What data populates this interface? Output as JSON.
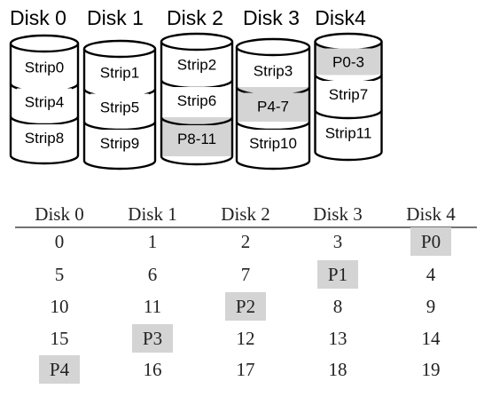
{
  "raid_disks": [
    {
      "title": "Disk 0",
      "strips": [
        {
          "label": "Strip0",
          "parity": false
        },
        {
          "label": "Strip4",
          "parity": false
        },
        {
          "label": "Strip8",
          "parity": false
        }
      ]
    },
    {
      "title": "Disk 1",
      "strips": [
        {
          "label": "Strip1",
          "parity": false
        },
        {
          "label": "Strip5",
          "parity": false
        },
        {
          "label": "Strip9",
          "parity": false
        }
      ]
    },
    {
      "title": "Disk 2",
      "strips": [
        {
          "label": "Strip2",
          "parity": false
        },
        {
          "label": "Strip6",
          "parity": false
        },
        {
          "label": "P8-11",
          "parity": true
        }
      ]
    },
    {
      "title": "Disk 3",
      "strips": [
        {
          "label": "Strip3",
          "parity": false
        },
        {
          "label": "P4-7",
          "parity": true
        },
        {
          "label": "Strip10",
          "parity": false
        }
      ]
    },
    {
      "title": "Disk4",
      "strips": [
        {
          "label": "P0-3",
          "parity": true
        },
        {
          "label": "Strip7",
          "parity": false
        },
        {
          "label": "Strip11",
          "parity": false
        }
      ]
    }
  ],
  "block_table": {
    "headers": [
      "Disk 0",
      "Disk 1",
      "Disk 2",
      "Disk 3",
      "Disk 4"
    ],
    "rows": [
      [
        {
          "v": "0",
          "parity": false
        },
        {
          "v": "1",
          "parity": false
        },
        {
          "v": "2",
          "parity": false
        },
        {
          "v": "3",
          "parity": false
        },
        {
          "v": "P0",
          "parity": true
        }
      ],
      [
        {
          "v": "5",
          "parity": false
        },
        {
          "v": "6",
          "parity": false
        },
        {
          "v": "7",
          "parity": false
        },
        {
          "v": "P1",
          "parity": true
        },
        {
          "v": "4",
          "parity": false
        }
      ],
      [
        {
          "v": "10",
          "parity": false
        },
        {
          "v": "11",
          "parity": false
        },
        {
          "v": "P2",
          "parity": true
        },
        {
          "v": "8",
          "parity": false
        },
        {
          "v": "9",
          "parity": false
        }
      ],
      [
        {
          "v": "15",
          "parity": false
        },
        {
          "v": "P3",
          "parity": true
        },
        {
          "v": "12",
          "parity": false
        },
        {
          "v": "13",
          "parity": false
        },
        {
          "v": "14",
          "parity": false
        }
      ],
      [
        {
          "v": "P4",
          "parity": true
        },
        {
          "v": "16",
          "parity": false
        },
        {
          "v": "17",
          "parity": false
        },
        {
          "v": "18",
          "parity": false
        },
        {
          "v": "19",
          "parity": false
        }
      ]
    ]
  },
  "colors": {
    "parity_fill": "#d4d4d4",
    "stroke": "#000000",
    "text": "#222222"
  }
}
